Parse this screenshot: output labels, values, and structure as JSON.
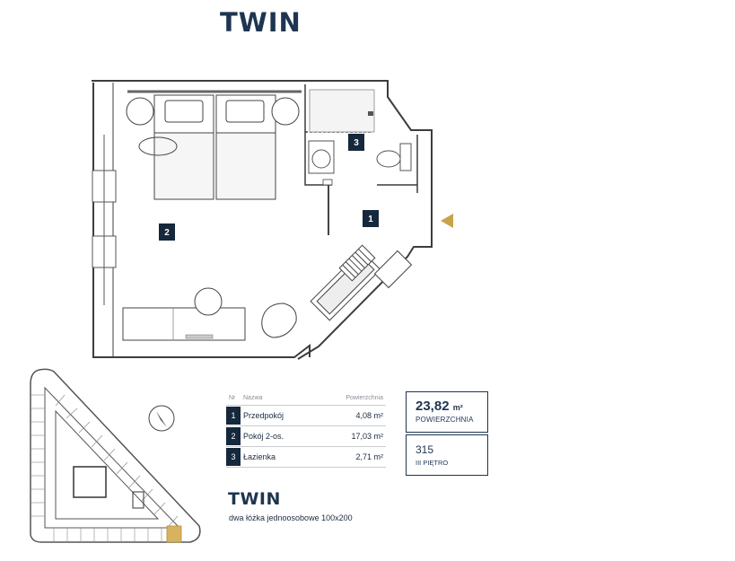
{
  "title": "TWIN",
  "plan": {
    "room_badges": [
      {
        "number": "1",
        "label_for": "Przedpokój"
      },
      {
        "number": "2",
        "label_for": "Pokój 2-os."
      },
      {
        "number": "3",
        "label_for": "Łazienka"
      }
    ],
    "entrance_arrow_color": "#c9a24a",
    "wall_color": "#3c3c3c",
    "badge_color": "#15283c"
  },
  "table": {
    "headers": {
      "nr": "Nr",
      "name": "Nazwa",
      "area": "Powierzchnia"
    },
    "rows": [
      {
        "nr": "1",
        "name": "Przedpokój",
        "area": "4,08 m²"
      },
      {
        "nr": "2",
        "name": "Pokój 2-os.",
        "area": "17,03 m²"
      },
      {
        "nr": "3",
        "name": "Łazienka",
        "area": "2,71 m²"
      }
    ]
  },
  "summary": {
    "area_value": "23,82",
    "area_unit": "m²",
    "area_label": "POWIERZCHNIA",
    "room_number": "315",
    "floor_label": "III PIĘTRO"
  },
  "footer": {
    "name": "TWIN",
    "description": "dwa łóżka jednoosobowe 100x200"
  },
  "accent_color": "#1e3550",
  "highlight_color": "#d9b25f"
}
